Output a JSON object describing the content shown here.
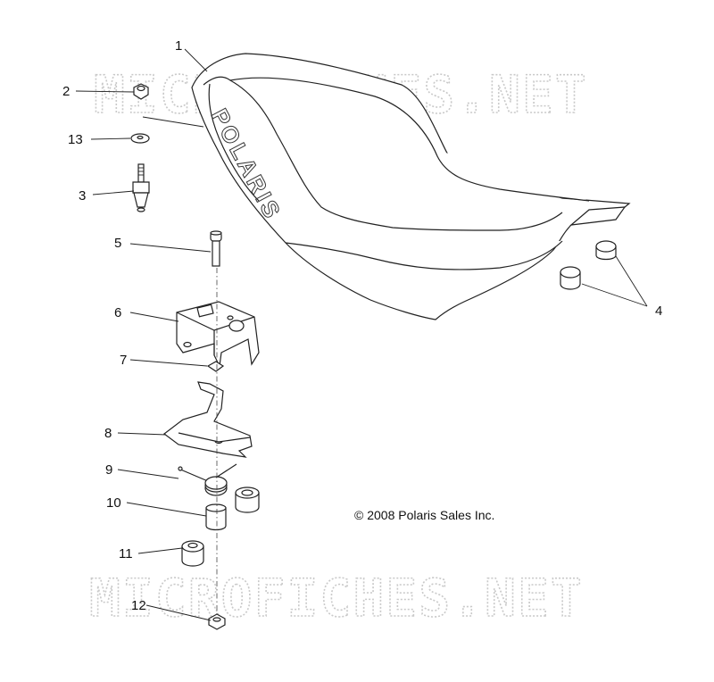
{
  "watermarks": [
    "MICROFICHES.NET",
    "MICROFICHES.NET"
  ],
  "copyright": "© 2008 Polaris Sales Inc.",
  "seat_brand": "POLARIS",
  "callouts": [
    {
      "id": "1",
      "label": "1"
    },
    {
      "id": "2",
      "label": "2"
    },
    {
      "id": "13",
      "label": "13"
    },
    {
      "id": "3",
      "label": "3"
    },
    {
      "id": "5",
      "label": "5"
    },
    {
      "id": "6",
      "label": "6"
    },
    {
      "id": "7",
      "label": "7"
    },
    {
      "id": "8",
      "label": "8"
    },
    {
      "id": "9",
      "label": "9"
    },
    {
      "id": "10",
      "label": "10"
    },
    {
      "id": "11",
      "label": "11"
    },
    {
      "id": "12",
      "label": "12"
    },
    {
      "id": "4",
      "label": "4"
    }
  ]
}
